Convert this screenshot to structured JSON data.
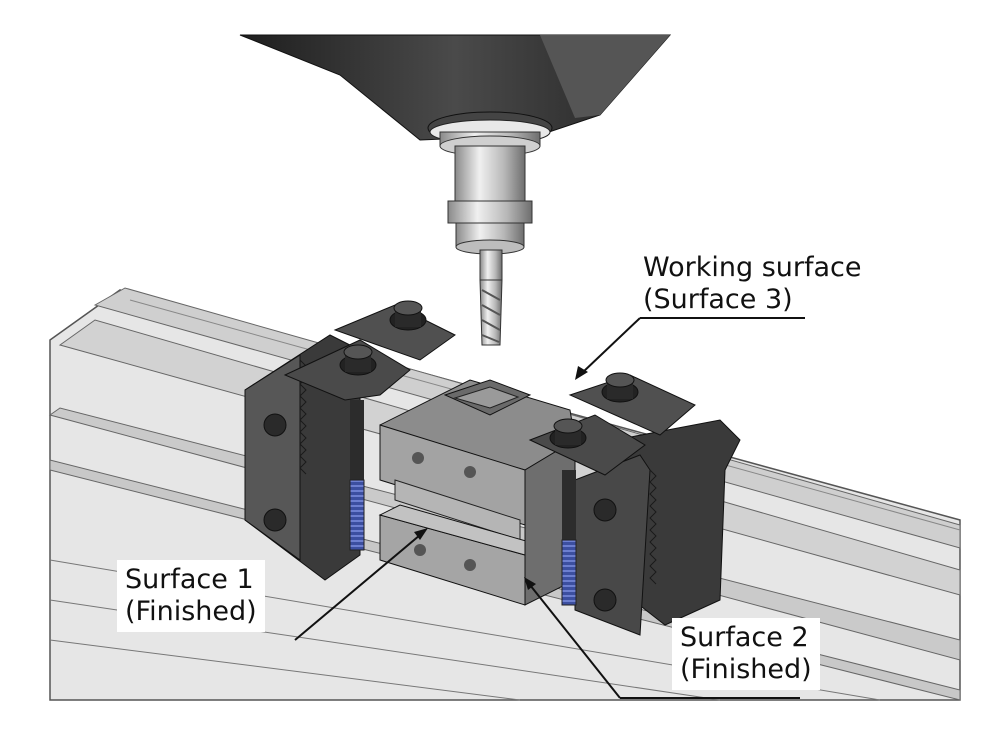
{
  "labels": {
    "working_surface": {
      "line1": "Working surface",
      "line2": "(Surface 3)"
    },
    "surface1": {
      "line1": "Surface 1",
      "line2": "(Finished)"
    },
    "surface2": {
      "line1": "Surface 2",
      "line2": "(Finished)"
    }
  },
  "colors": {
    "table": "#dcdcdc",
    "table_shadow": "#b4b4b4",
    "clamp_dark": "#3a3a3a",
    "clamp_mid": "#5a5a5a",
    "workpiece": "#9c9c9c",
    "workpiece_light": "#bdbdbd",
    "stud_blue": "#3c4fa0",
    "spindle": "#2e2e2e",
    "holder_light": "#d8d8d8"
  }
}
